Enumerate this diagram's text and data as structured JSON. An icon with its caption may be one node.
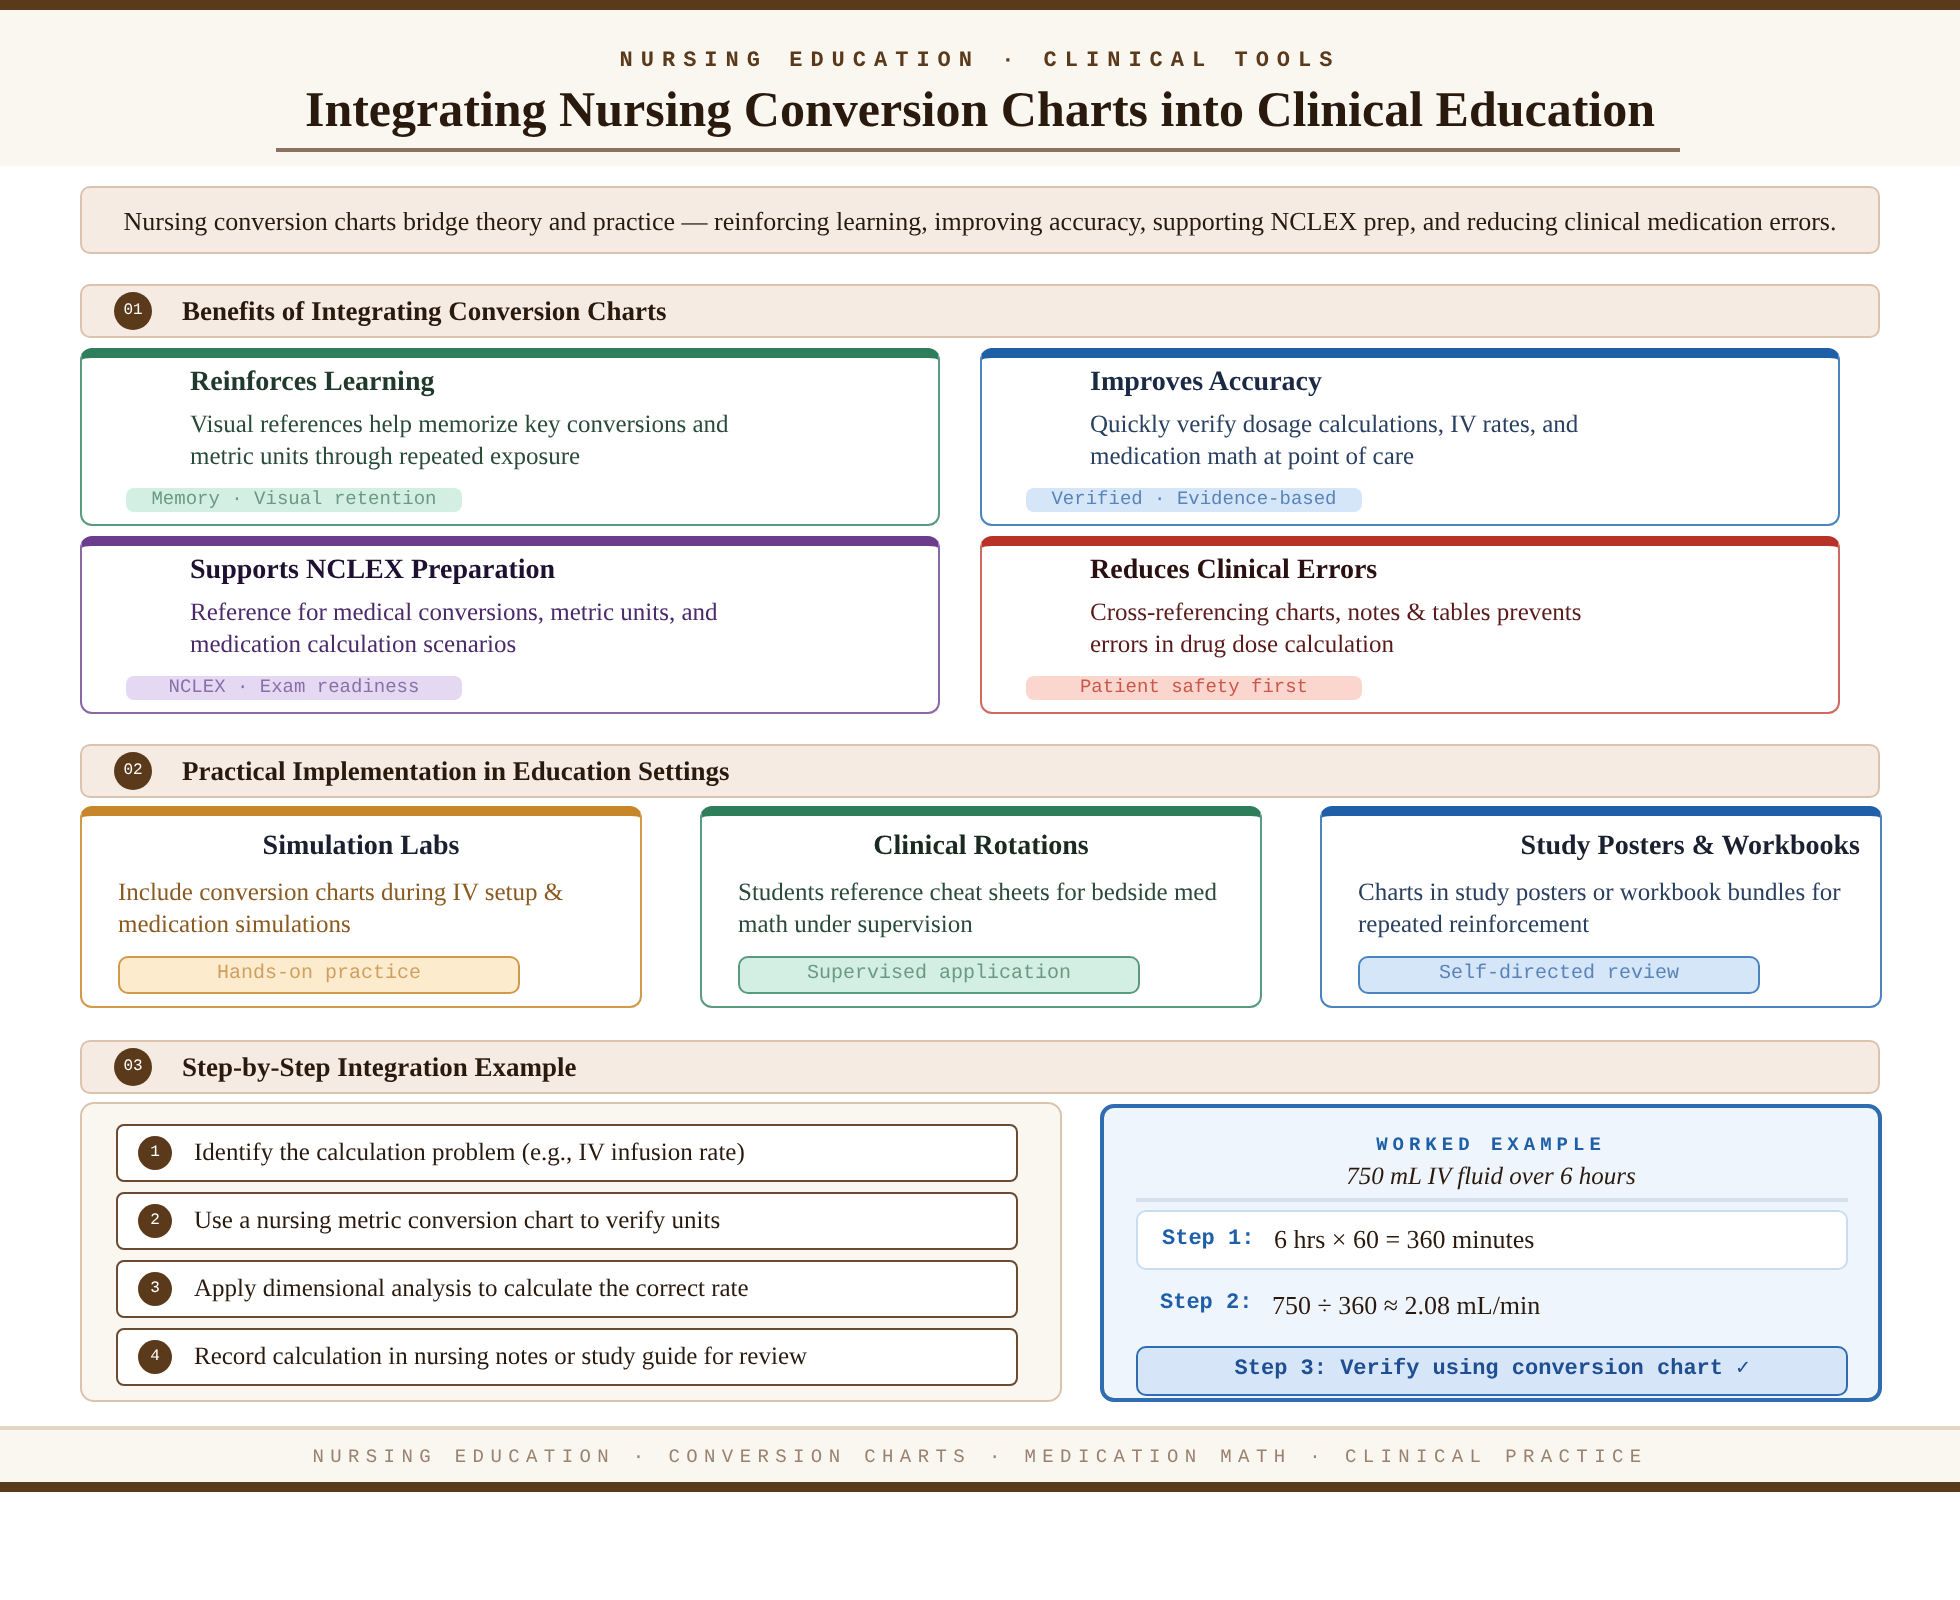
{
  "diagram": {
    "title": "Integrating Nursing Conversion Charts into Clinical Education",
    "nodes": [
      {
        "text": [
          "Nursing conversion charts bridge theory and practice — reinforcing learning, improving accuracy, supporting NCLEX prep, and reducing clinical medication errors."
        ]
      },
      {
        "text": [
          "01",
          "Benefits of Integrating Conversion Charts"
        ]
      },
      {
        "text": [
          "Reinforces Learning",
          "Visual references help memorize key conversions and metric units through repeated exposure",
          "Memory · Visual retention"
        ]
      },
      {
        "text": [
          "Improves Accuracy",
          "Quickly verify dosage calculations, IV rates, and medication math at point of care",
          "Verified · Evidence-based"
        ]
      },
      {
        "text": [
          "Supports NCLEX Preparation",
          "Reference for medical conversions, metric units, and medication calculation scenarios",
          "NCLEX · Exam readiness"
        ]
      },
      {
        "text": [
          "Reduces Clinical Errors",
          "Cross-referencing charts, notes & tables prevents errors in drug dose calculation",
          "Patient safety first"
        ]
      },
      {
        "text": [
          "02",
          "Practical Implementation in Education Settings"
        ]
      },
      {
        "text": [
          "Simulation Labs",
          "Include conversion charts during IV setup & medication simulations",
          "Hands-on practice"
        ]
      },
      {
        "text": [
          "Clinical Rotations",
          "Students reference cheat sheets for bedside med math under supervision",
          "Supervised application"
        ]
      },
      {
        "text": [
          "Study Posters & Workbooks",
          "Charts in study posters or workbook bundles for repeated reinforcement",
          "Self-directed review"
        ]
      },
      {
        "text": [
          "03",
          "Step-by-Step Integration Example"
        ]
      },
      {
        "text": [],
        "shape": "box"
      },
      {
        "text": [
          "1",
          "Identify the calculation problem (e.g., IV infusion rate)"
        ],
        "in": 11
      },
      {
        "text": [
          "2",
          "Use a nursing metric conversion chart to verify units"
        ],
        "in": 11
      },
      {
        "text": [
          "3",
          "Apply dimensional analysis to calculate the correct rate"
        ],
        "in": 11
      },
      {
        "text": [
          "4",
          "Record calculation in nursing notes or study guide for review"
        ],
        "in": 11
      },
      {
        "text": [
          "WORKED EXAMPLE",
          "750 mL IV fluid over 6 hours"
        ]
      },
      {
        "text": [
          "Step 1:",
          "6 hrs × 60 = 360 minutes"
        ],
        "in": 16
      },
      {
        "text": [
          "Step 3: Verify using conversion chart ✓"
        ],
        "in": 16
      }
    ],
    "labels": [
      "NURSING EDUCATION · CLINICAL TOOLS",
      "Step 2:",
      "750 ÷ 360 ≈ 2.08 mL/min",
      "NURSING EDUCATION · CONVERSION CHARTS · MEDICATION MATH · CLINICAL PRACTICE"
    ]
  }
}
